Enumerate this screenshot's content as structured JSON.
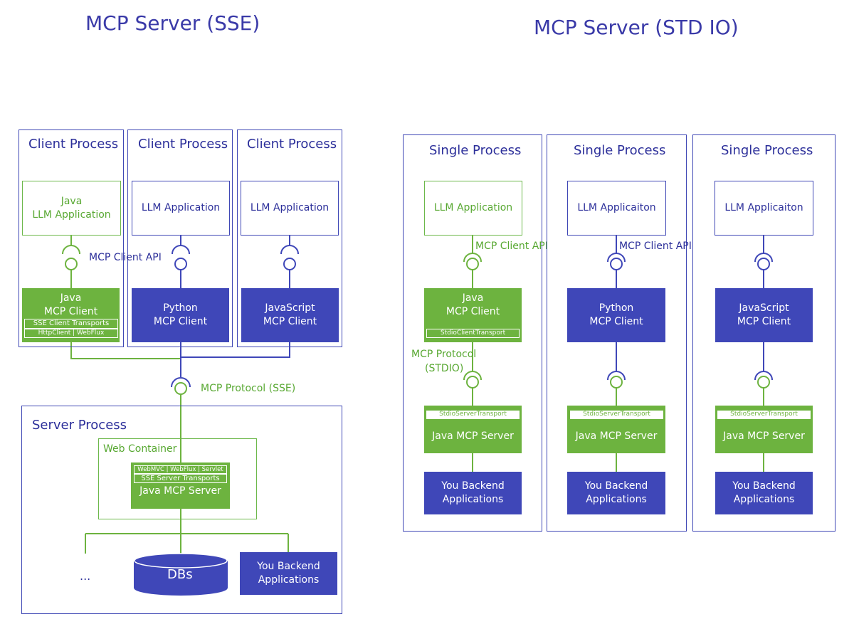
{
  "titles": {
    "sse": "MCP Server (SSE)",
    "stdio": "MCP Server (STD IO)"
  },
  "sse": {
    "client_processes": [
      {
        "label": "Client Process",
        "app": [
          "Java",
          "LLM Application"
        ],
        "client": [
          "Java",
          "MCP Client"
        ],
        "transport": "SSE Client Transports",
        "transport_sub": "HttpClient | WebFlux"
      },
      {
        "label": "Client Process",
        "app": [
          "LLM Application"
        ],
        "client": [
          "Python",
          "MCP Client"
        ]
      },
      {
        "label": "Client Process",
        "app": [
          "LLM Application"
        ],
        "client": [
          "JavaScript",
          "MCP Client"
        ]
      }
    ],
    "client_api_label": "MCP Client API",
    "protocol_label": "MCP Protocol (SSE)",
    "server_process": {
      "label": "Server Process",
      "container_label": "Web Container",
      "server_tag_top": "WebMVC | WebFlux | Servlet",
      "server_tag": "SSE Server Transports",
      "server_name": "Java MCP Server",
      "ellipsis": "...",
      "db_label": "DBs",
      "backend": [
        "You Backend",
        "Applications"
      ]
    }
  },
  "stdio": {
    "processes": [
      {
        "label": "Single Process",
        "app": "LLM Application",
        "client": [
          "Java",
          "MCP Client"
        ],
        "client_transport": "StdioClientTransport",
        "api_label": "MCP Client API",
        "protocol_label": [
          "MCP Protocol",
          "(STDIO)"
        ],
        "server_transport": "StdioServerTransport",
        "server_name": "Java MCP Server",
        "backend": [
          "You Backend",
          "Applications"
        ]
      },
      {
        "label": "Single Process",
        "app": "LLM Applicaiton",
        "client": [
          "Python",
          "MCP Client"
        ],
        "api_label": "MCP Client API",
        "server_transport": "StdioServerTransport",
        "server_name": "Java MCP Server",
        "backend": [
          "You Backend",
          "Applications"
        ]
      },
      {
        "label": "Single Process",
        "app": "LLM Applicaiton",
        "client": [
          "JavaScript",
          "MCP Client"
        ],
        "server_transport": "StdioServerTransport",
        "server_name": "Java MCP Server",
        "backend": [
          "You Backend",
          "Applications"
        ]
      }
    ]
  },
  "colors": {
    "blue": "#3f47b8",
    "green": "#6db33f"
  }
}
